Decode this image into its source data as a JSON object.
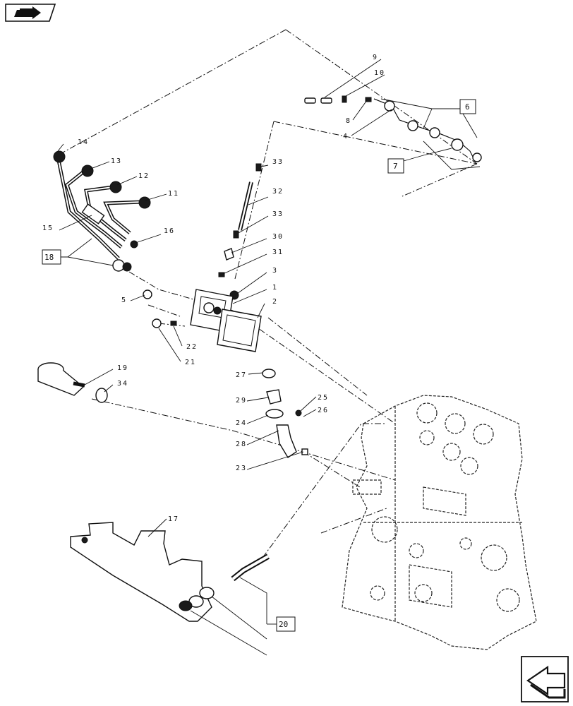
{
  "callouts": {
    "c1": "1",
    "c2": "2",
    "c3": "3",
    "c4": "4",
    "c5": "5",
    "c8": "8",
    "c9": "9",
    "c10": "10",
    "c11": "11",
    "c12": "12",
    "c13": "13",
    "c14": "14",
    "c15": "15",
    "c16": "16",
    "c17": "17",
    "c19": "19",
    "c21": "21",
    "c22": "22",
    "c23": "23",
    "c24": "24",
    "c25": "25",
    "c26": "26",
    "c27": "27",
    "c28": "28",
    "c29": "29",
    "c30": "30",
    "c31": "31",
    "c32": "32",
    "c33a": "33",
    "c33b": "33",
    "c34": "34"
  },
  "boxed_callouts": {
    "b6": "6",
    "b7": "7",
    "b18": "18",
    "b20": "20"
  },
  "icons": {
    "top_left": "exploded-view-nav-icon",
    "bottom_right": "next-page-arrow-icon"
  }
}
